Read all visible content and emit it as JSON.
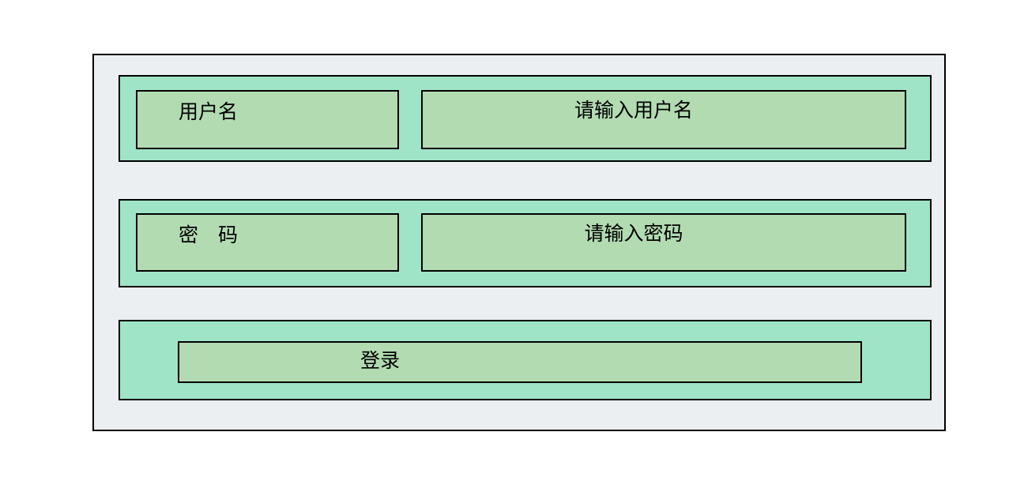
{
  "form": {
    "name": "login-form",
    "colors": {
      "container_background": "#ECEFF1",
      "row_background": "#A0E4C8",
      "field_background": "#B2DBB2",
      "border": "#000000",
      "text": "#000000",
      "page_background": "#FFFFFF"
    },
    "rows": [
      {
        "id": "username",
        "label": "用户名",
        "input_placeholder": "请输入用户名",
        "input_value": ""
      },
      {
        "id": "password",
        "label": "密　码",
        "input_placeholder": "请输入密码",
        "input_value": ""
      }
    ],
    "submit": {
      "id": "login",
      "label": "登录"
    }
  }
}
